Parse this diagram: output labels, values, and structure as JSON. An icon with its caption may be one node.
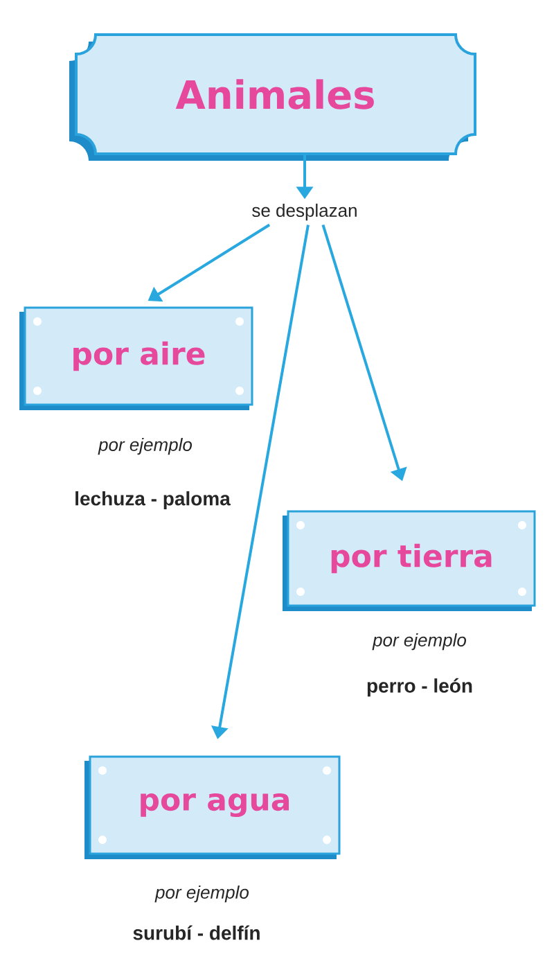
{
  "diagram": {
    "nodes": [
      {
        "text": [
          "Animales"
        ]
      },
      {
        "text": [
          "se desplazan"
        ]
      },
      {
        "text": [
          "por aire"
        ],
        "beside": [
          "por ejemplo",
          "lechuza - paloma"
        ]
      },
      {
        "text": [
          "por tierra"
        ],
        "beside": [
          "por ejemplo",
          "perro - león"
        ]
      },
      {
        "text": [
          "por agua"
        ],
        "beside": [
          "por ejemplo",
          "surubí - delfín"
        ]
      }
    ],
    "edges": [
      {
        "from": 0,
        "to": 1,
        "arrow": "to"
      },
      {
        "from": 1,
        "to": 2,
        "arrow": "to"
      },
      {
        "from": 1,
        "to": 3,
        "arrow": "to"
      },
      {
        "from": 1,
        "to": 4,
        "arrow": "to"
      }
    ]
  }
}
